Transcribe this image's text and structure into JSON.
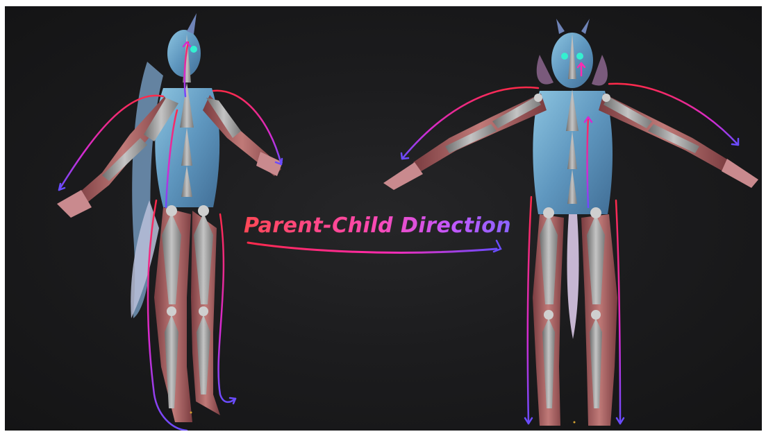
{
  "caption": {
    "text": "Parent-Child Direction"
  },
  "colors": {
    "background": "#1c1c1e",
    "skin": "#6fa7c9",
    "skin_light": "#a9d8ec",
    "armor": "#b8706e",
    "bone": "#9a9a9a",
    "arrow_start": "#ff2a4a",
    "arrow_mid": "#ff2ab0",
    "arrow_end": "#6a4cff"
  },
  "figures": [
    {
      "name": "left-figure",
      "view": "three-quarter"
    },
    {
      "name": "right-figure",
      "view": "front"
    }
  ]
}
